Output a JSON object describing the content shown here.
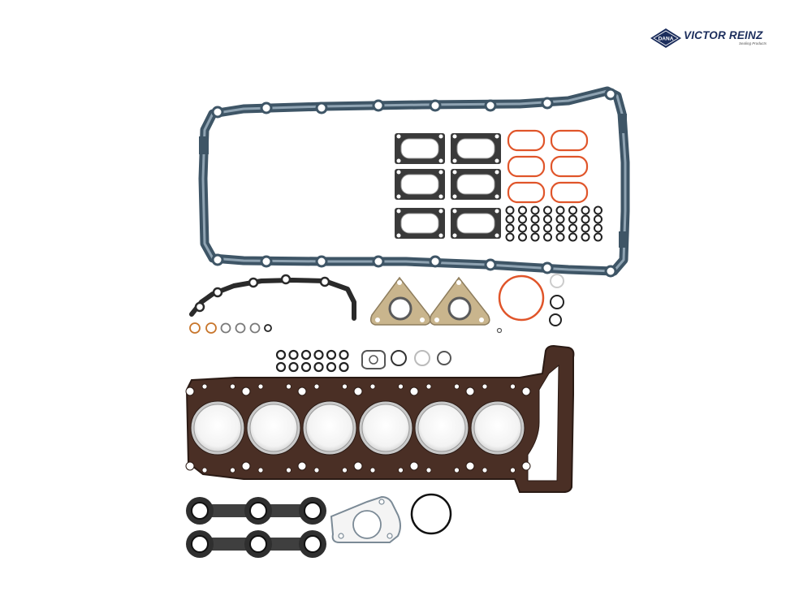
{
  "logo": {
    "brand_name": "VICTOR REINZ",
    "badge_text": "DANA",
    "tagline": "Sealing Products"
  },
  "colors": {
    "fiber": "#3a3a3a",
    "fiber_light": "#5f5f5f",
    "rubber_orange": "#e0552a",
    "composite": "#c9b58d",
    "steel": "#7b8a96",
    "head_gasket": "#4a2f25",
    "logo_navy": "#1b2d5c"
  }
}
